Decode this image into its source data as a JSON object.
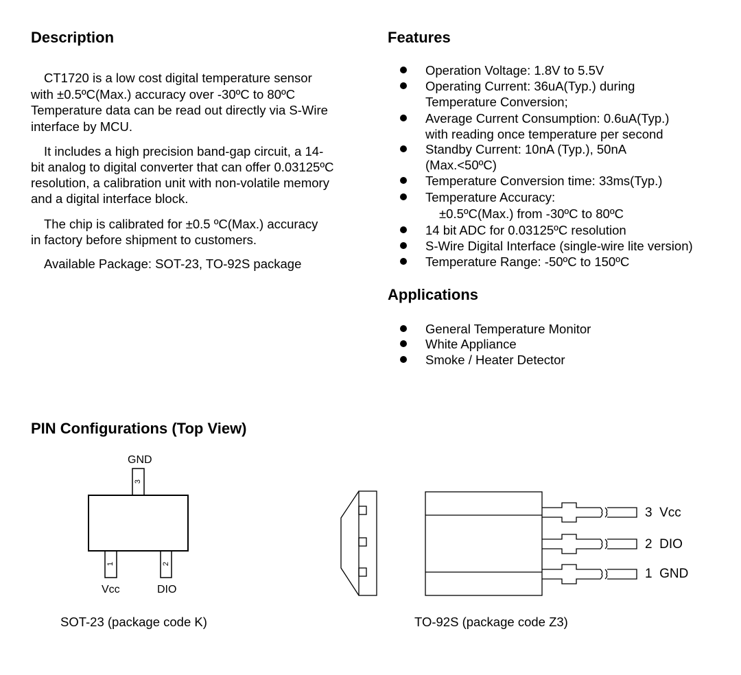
{
  "description": {
    "heading": "Description",
    "lines": [
      "CT1720 is a low cost digital temperature sensor",
      "with ±0.5ºC(Max.) accuracy over -30ºC to 80ºC",
      "Temperature data can be read out directly via S-Wire",
      "interface by MCU.",
      "It includes a high precision band-gap circuit, a 14-",
      "bit analog to digital converter that can offer 0.03125ºC",
      "resolution, a calibration unit with non-volatile memory",
      "and a digital interface block.",
      "The chip is calibrated for ±0.5 ºC(Max.) accuracy",
      "in factory before shipment to customers.",
      "Available Package: SOT-23, TO-92S package"
    ]
  },
  "features": {
    "heading": "Features",
    "lines": [
      "Operation Voltage: 1.8V to 5.5V",
      "Operating Current: 36uA(Typ.) during",
      "Temperature Conversion;",
      "Average Current Consumption: 0.6uA(Typ.)",
      "with reading once temperature per second",
      "Standby Current: 10nA (Typ.), 50nA",
      "(Max.<50ºC)",
      "Temperature Conversion time: 33ms(Typ.)",
      "Temperature Accuracy:",
      "±0.5ºC(Max.) from -30ºC to 80ºC",
      "14 bit ADC for 0.03125ºC resolution",
      "S-Wire Digital Interface (single-wire lite version)",
      "Temperature Range: -50ºC to 150ºC"
    ]
  },
  "applications": {
    "heading": "Applications",
    "items": [
      "General Temperature Monitor",
      "White Appliance",
      "Smoke / Heater Detector"
    ]
  },
  "pins": {
    "heading": "PIN Configurations (Top View)",
    "sot23": {
      "caption": "SOT-23 (package code K)",
      "top_label": "GND",
      "pin1_label": "Vcc",
      "pin2_label": "DIO",
      "pin1": "1",
      "pin2": "2",
      "pin3": "3"
    },
    "to92s": {
      "caption": "TO-92S (package code Z3)",
      "pin3": "3  Vcc",
      "pin2": "2  DIO",
      "pin1": "1  GND"
    }
  }
}
